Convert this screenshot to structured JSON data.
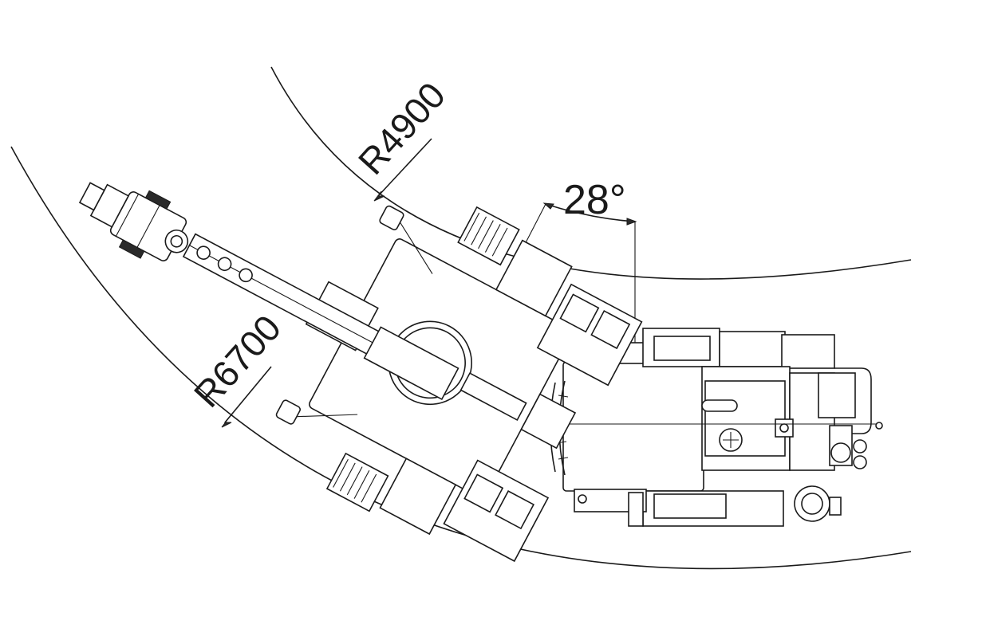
{
  "diagram": {
    "labels": {
      "inner_radius": "R4900",
      "outer_radius": "R6700",
      "angle": "28°"
    },
    "colors": {
      "background": "#ffffff",
      "line": "#1a1a1a"
    }
  }
}
